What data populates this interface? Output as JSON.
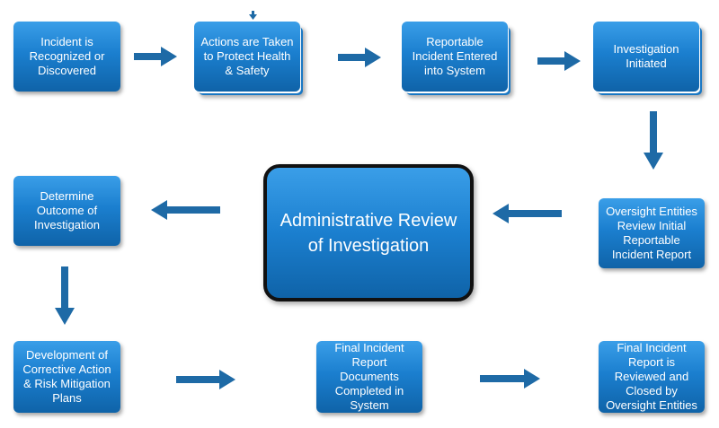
{
  "nodes": {
    "incident_recognized": "Incident is Recognized or Discovered",
    "actions_taken": "Actions are Taken to Protect Health & Safety",
    "reportable_entered": "Reportable Incident Entered into System",
    "investigation_initiated": "Investigation Initiated",
    "oversight_review_initial": "Oversight Entities Review Initial Reportable Incident Report",
    "administrative_review": "Administrative Review of Investigation",
    "determine_outcome": "Determine Outcome of Investigation",
    "corrective_action": "Development of Corrective Action & Risk Mitigation Plans",
    "final_report_completed": "Final Incident Report Documents Completed in System",
    "final_report_closed": "Final Incident Report is Reviewed and Closed by Oversight Entities"
  },
  "colors": {
    "box_top": "#3a9ee8",
    "box_bottom": "#0f63a8",
    "arrow": "#1e6aa6",
    "center_border": "#111111"
  }
}
